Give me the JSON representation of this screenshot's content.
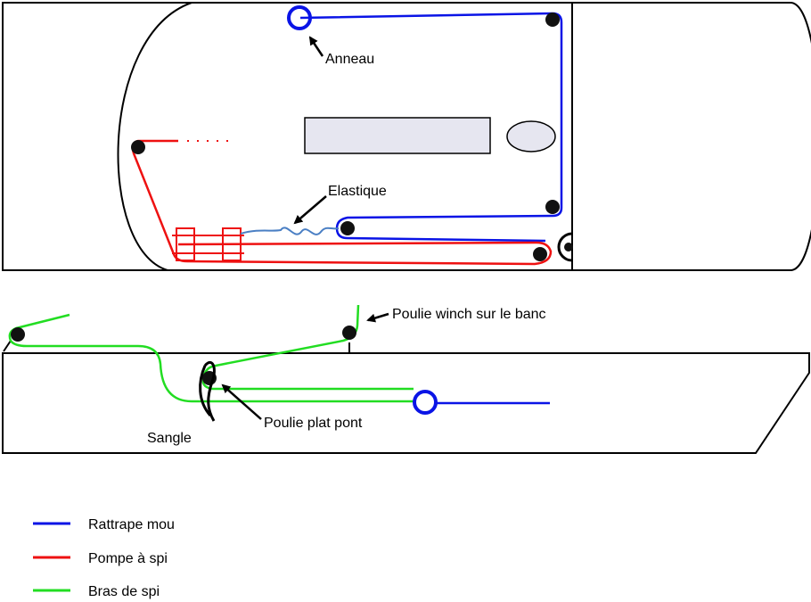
{
  "colors": {
    "rattrape_mou": "#0a14e6",
    "pompe_a_spi": "#ee1111",
    "bras_de_spi": "#22dd22",
    "elastique": "#4a7fc4",
    "outline": "#000000",
    "pulley": "#111111"
  },
  "labels": {
    "anneau": "Anneau",
    "elastique": "Elastique",
    "poulie_winch": "Poulie winch sur le banc",
    "poulie_plat_pont": "Poulie plat pont",
    "sangle": "Sangle"
  },
  "legend": [
    {
      "label": "Rattrape mou",
      "color": "#0a14e6"
    },
    {
      "label": "Pompe à spi",
      "color": "#ee1111"
    },
    {
      "label": "Bras de spi",
      "color": "#22dd22"
    }
  ]
}
